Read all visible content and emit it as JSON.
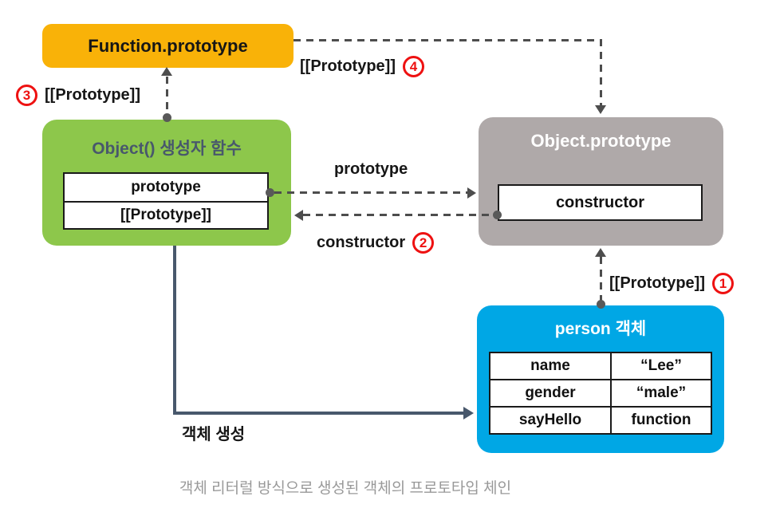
{
  "colors": {
    "orange": "#F9B208",
    "green": "#8DC74B",
    "gray": "#AFA9A9",
    "blue": "#00A7E5",
    "slate": "#48586C",
    "dash": "#4D4D4D",
    "dot": "#595959",
    "red": "#EE1111",
    "caption": "#999999",
    "ink": "#1A1A1A"
  },
  "boxes": {
    "function_prototype": {
      "title": "Function.prototype"
    },
    "object_constructor": {
      "title": "Object() 생성자 함수",
      "slots": [
        "prototype",
        "[[Prototype]]"
      ]
    },
    "object_prototype": {
      "title": "Object.prototype",
      "slot": "constructor"
    },
    "person": {
      "title": "person 객체",
      "rows": [
        {
          "key": "name",
          "value": "“Lee”"
        },
        {
          "key": "gender",
          "value": "“male”"
        },
        {
          "key": "sayHello",
          "value": "function"
        }
      ]
    }
  },
  "edges": {
    "proto3": {
      "label": "[[Prototype]]",
      "num": "3"
    },
    "proto4": {
      "label": "[[Prototype]]",
      "num": "4"
    },
    "prototype": {
      "label": "prototype"
    },
    "constructor": {
      "label": "constructor",
      "num": "2"
    },
    "proto1": {
      "label": "[[Prototype]]",
      "num": "1"
    },
    "create": {
      "label": "객체 생성"
    }
  },
  "caption": "객체 리터럴 방식으로 생성된 객체의 프로토타입 체인"
}
